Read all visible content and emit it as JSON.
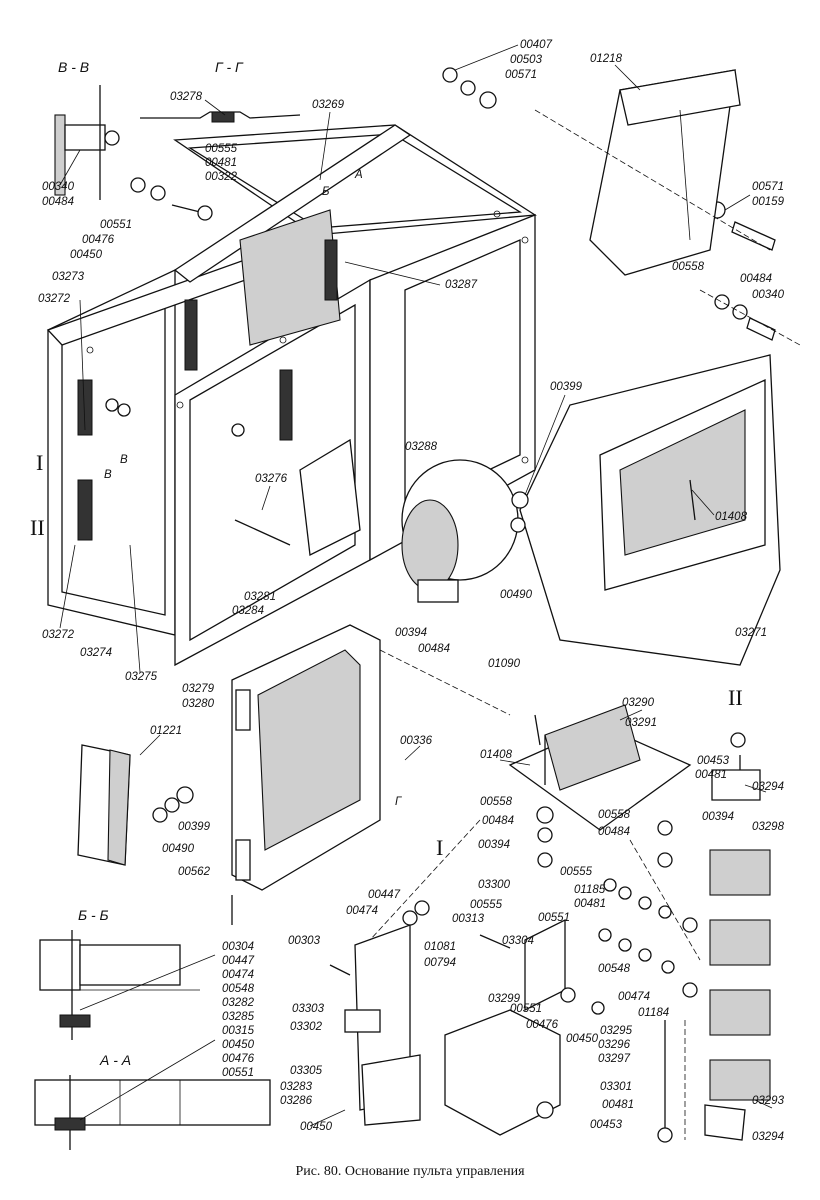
{
  "caption": "Рис. 80. Основание пульта управления",
  "section_labels": {
    "v_v": "В - В",
    "g_g": "Г - Г",
    "b_b": "Б - Б",
    "a_a": "А - А",
    "roman_1_left": "I",
    "roman_2_left": "II",
    "roman_1_detail": "I",
    "roman_2_detail": "II",
    "mark_b": "Б",
    "mark_a": "А",
    "mark_g": "Г",
    "mark_v": "В",
    "mark_v2": "В"
  },
  "labels": [
    "00340",
    "00484",
    "03278",
    "03269",
    "00555",
    "00481",
    "00322",
    "00407",
    "00503",
    "00571",
    "01218",
    "00571",
    "00159",
    "00551",
    "00476",
    "00450",
    "03273",
    "03272",
    "03287",
    "00558",
    "00484",
    "00340",
    "00399",
    "03288",
    "01408",
    "03276",
    "03281",
    "03284",
    "00490",
    "03271",
    "03272",
    "03274",
    "03275",
    "03279",
    "03280",
    "00394",
    "00484",
    "01090",
    "01221",
    "00399",
    "00490",
    "00562",
    "00336",
    "01408",
    "03290",
    "03291",
    "00453",
    "00481",
    "03294",
    "00558",
    "00484",
    "00394",
    "00558",
    "00484",
    "00394",
    "03298",
    "00555",
    "01185",
    "00481",
    "00551",
    "03300",
    "00555",
    "00447",
    "00474",
    "00313",
    "03304",
    "01081",
    "00794",
    "00303",
    "03303",
    "03302",
    "03305",
    "00450",
    "03299",
    "00551",
    "00476",
    "00450",
    "00548",
    "00474",
    "01184",
    "03295",
    "03296",
    "03297",
    "03301",
    "00481",
    "00453",
    "03293",
    "03294",
    "00304",
    "00447",
    "00474",
    "00548",
    "03282",
    "03285",
    "00315",
    "00450",
    "00476",
    "00551",
    "03283",
    "03286"
  ]
}
